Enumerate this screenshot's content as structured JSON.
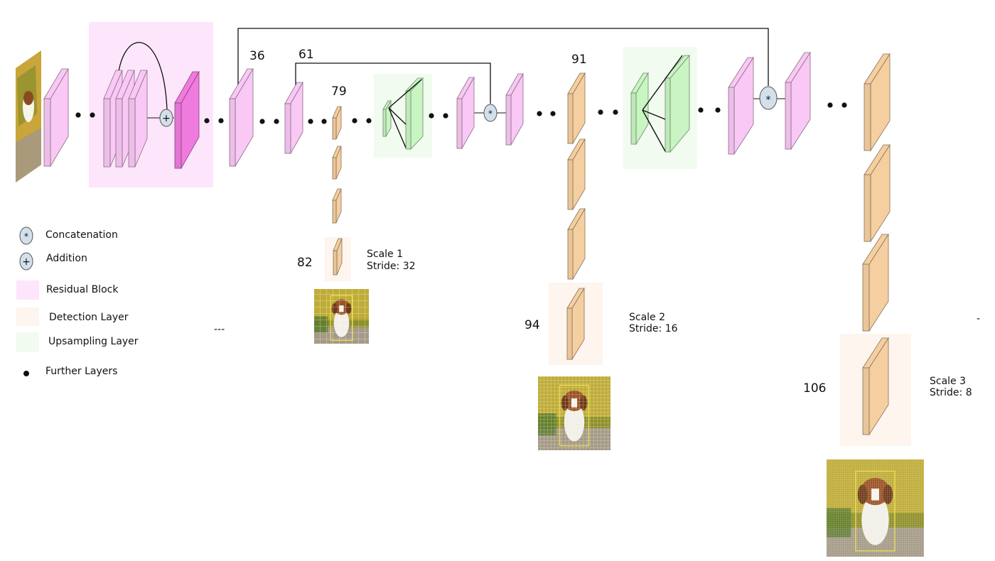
{
  "colors": {
    "residual_layer": "#f9c8f4",
    "residual_dark": "#ef7bdf",
    "detection_layer": "#f5cfa0",
    "upsampling_layer": "#c8f5c2",
    "residual_block_bg": "#fde6fb",
    "detection_block_bg": "#fdf5ee",
    "upsampling_block_bg": "#f2fbef",
    "operator_fill": "#d3e0ec"
  },
  "layer_numbers": {
    "n36": "36",
    "n61": "61",
    "n79": "79",
    "n82": "82",
    "n91": "91",
    "n94": "94",
    "n106": "106"
  },
  "operators": {
    "concat_symbol": "*",
    "add_symbol": "+"
  },
  "scales": [
    {
      "scale": "Scale 1",
      "stride": "Stride: 32"
    },
    {
      "scale": "Scale 2",
      "stride": "Stride: 16"
    },
    {
      "scale": "Scale 3",
      "stride": "Stride: 8"
    }
  ],
  "legend": {
    "concatenation": "Concatenation",
    "addition": "Addition",
    "residual_block": "Residual Block",
    "detection_layer": "Detection Layer",
    "upsampling_layer": "Upsampling Layer",
    "further_layers": "Further Layers"
  },
  "stray_marks": {
    "dashes": "---",
    "dash": "-"
  }
}
